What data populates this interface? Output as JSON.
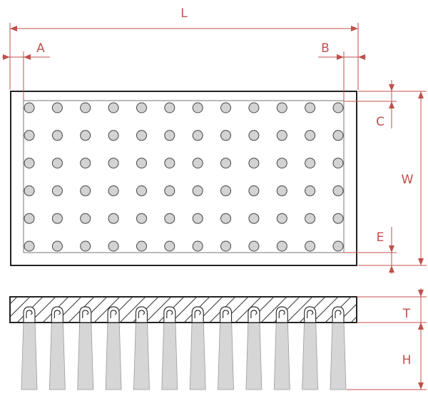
{
  "labels": {
    "L": "L",
    "A": "A",
    "B": "B",
    "C": "C",
    "W": "W",
    "E": "E",
    "T": "T",
    "H": "H"
  },
  "colors": {
    "dimension": "#c0504d",
    "outline": "#222222",
    "hole_fill": "#d3d3d3",
    "bristle_fill": "#d6d6d6"
  },
  "grid": {
    "rows": 6,
    "columns": 12
  },
  "tufts": {
    "count": 12
  }
}
